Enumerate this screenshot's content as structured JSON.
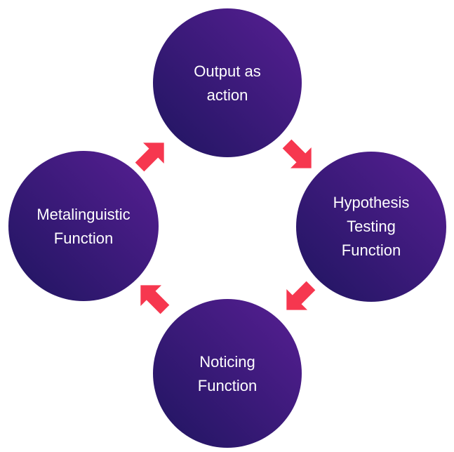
{
  "colors": {
    "circle_gradient_start": "#571f93",
    "circle_gradient_end": "#1f1560",
    "arrow": "#f6374f",
    "text": "#ffffff",
    "background": "#ffffff"
  },
  "cycle": {
    "nodes": [
      {
        "id": "top",
        "label": "Output as\naction"
      },
      {
        "id": "right",
        "label": "Hypothesis\nTesting\nFunction"
      },
      {
        "id": "bottom",
        "label": "Noticing\nFunction"
      },
      {
        "id": "left",
        "label": "Metalinguistic\nFunction"
      }
    ],
    "arrows": [
      {
        "from": "top",
        "to": "right",
        "icon": "arrow-down-right-icon"
      },
      {
        "from": "right",
        "to": "bottom",
        "icon": "arrow-down-left-icon"
      },
      {
        "from": "bottom",
        "to": "left",
        "icon": "arrow-up-left-icon"
      },
      {
        "from": "left",
        "to": "top",
        "icon": "arrow-up-right-icon"
      }
    ]
  }
}
